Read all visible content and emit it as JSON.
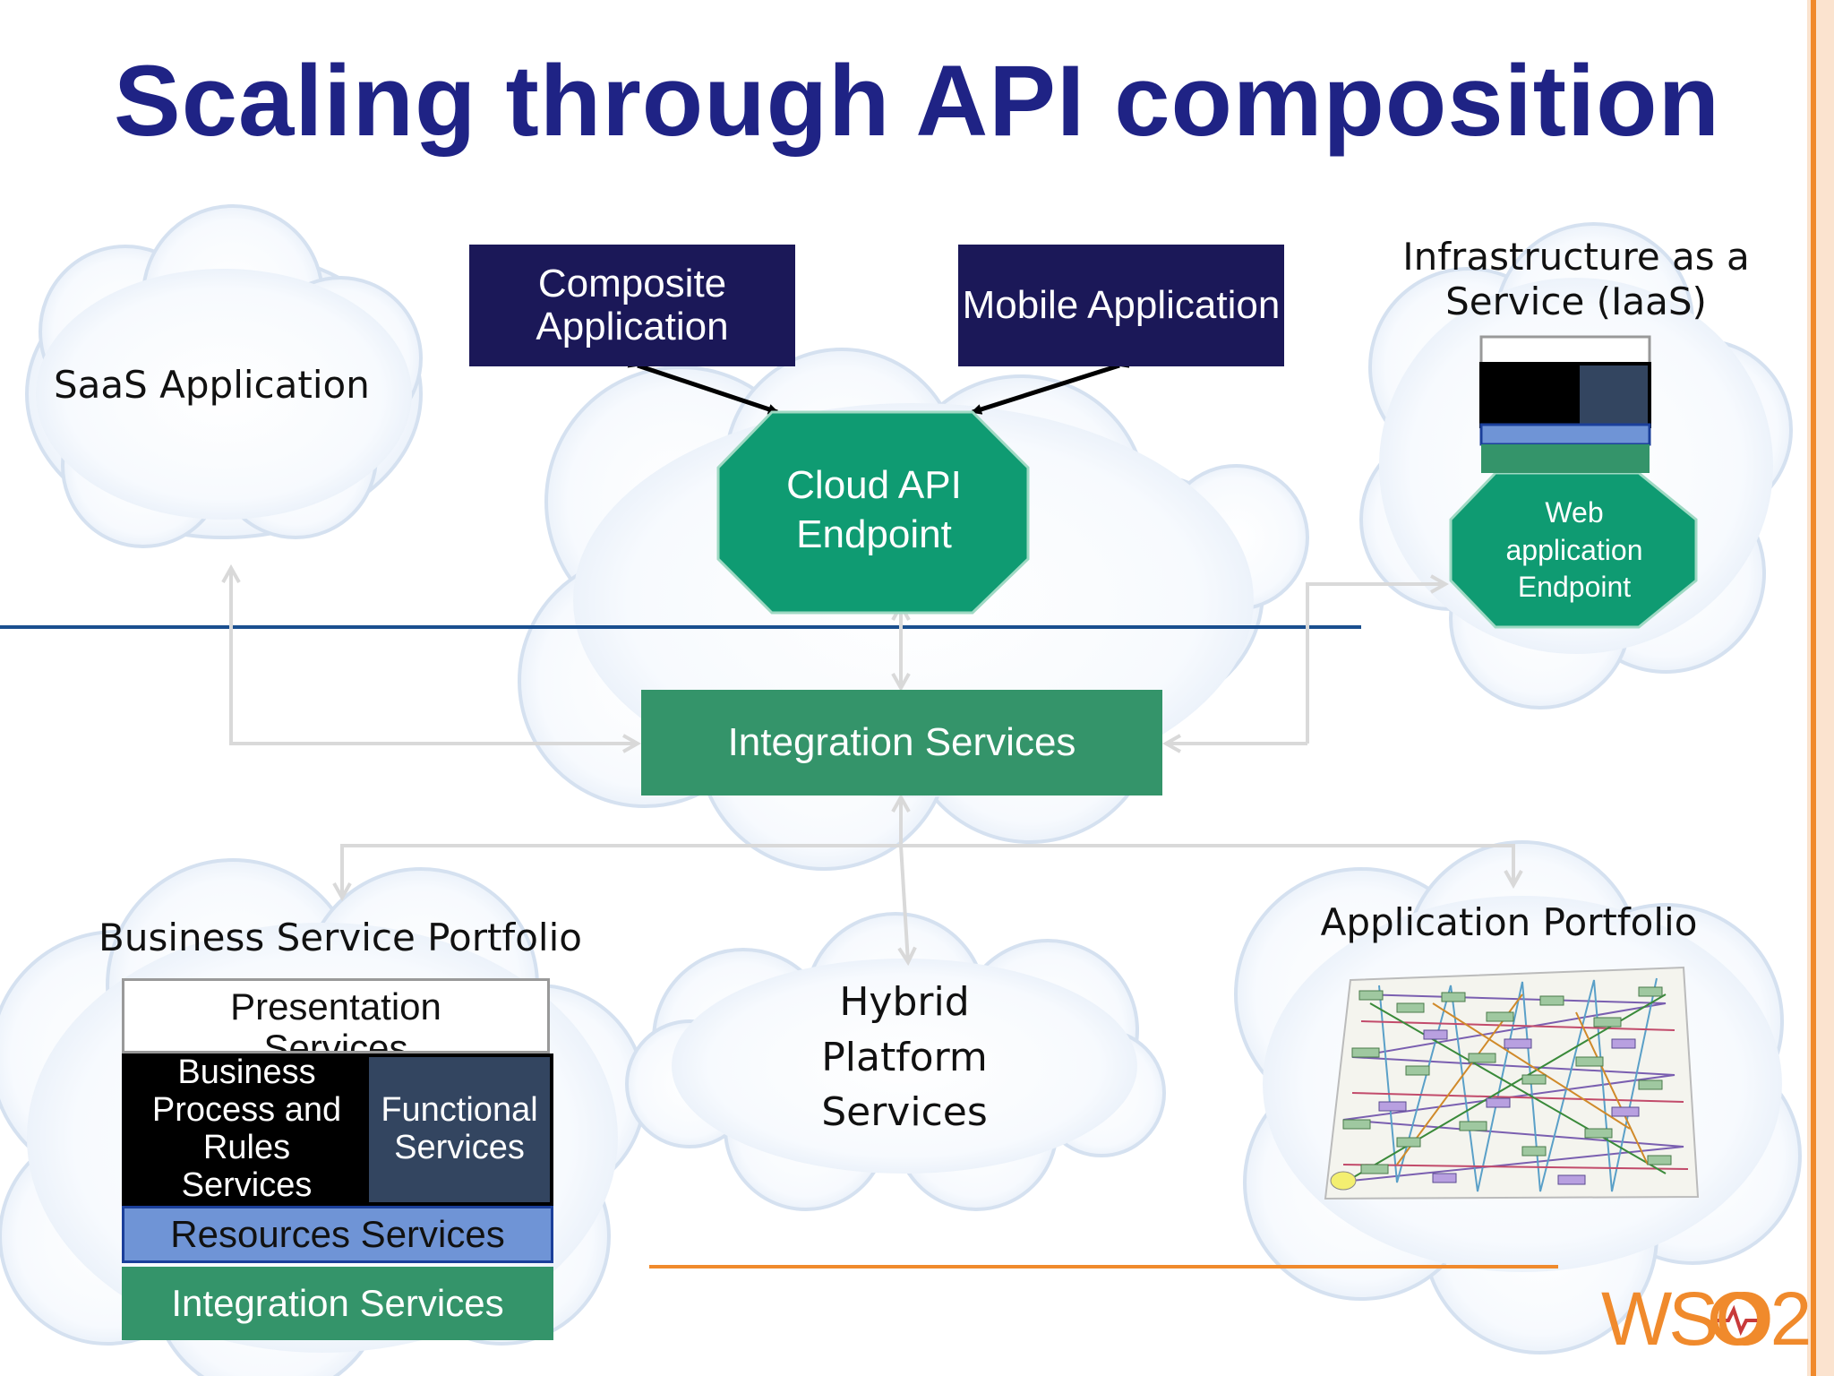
{
  "title": "Scaling through API composition",
  "clouds": {
    "saas": "SaaS Application",
    "iaas": "Infrastructure as a Service (IaaS)",
    "business": "Business Service Portfolio",
    "hybrid": "Hybrid Platform Services",
    "app_portfolio": "Application Portfolio"
  },
  "boxes": {
    "composite": "Composite Application",
    "mobile": "Mobile Application",
    "cloud_api": "Cloud API Endpoint",
    "web_app": "Web application Endpoint",
    "integration_center": "Integration Services"
  },
  "stack": {
    "presentation": "Presentation Services",
    "business_process": "Business Process and Rules Services",
    "functional": "Functional Services",
    "resources": "Resources Services",
    "integration": "Integration Services"
  },
  "logo": {
    "text": "WSO2"
  },
  "colors": {
    "title": "#1f2385",
    "navy": "#1b1858",
    "green": "#34946a",
    "octagon": "#0f9b72",
    "resources": "#6f94d6",
    "functional": "#334560",
    "orange": "#f08a2c",
    "divider": "#1a4f8f"
  }
}
